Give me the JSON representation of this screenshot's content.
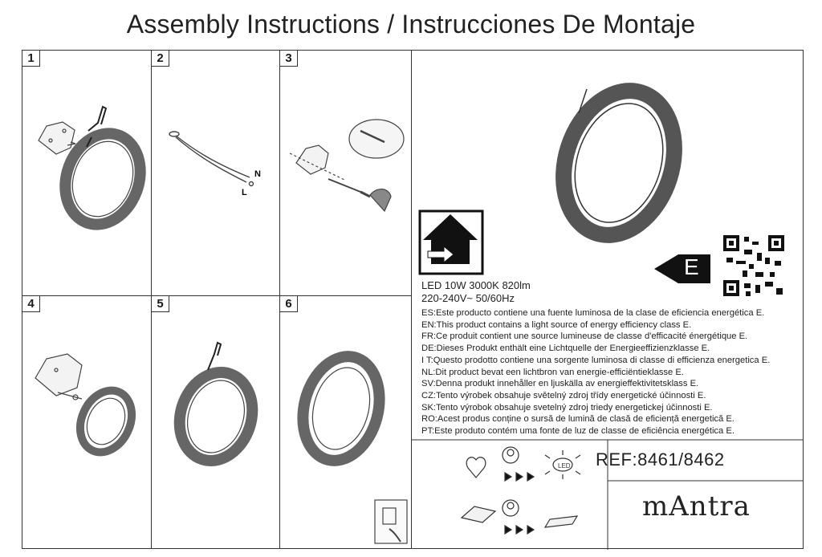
{
  "header": {
    "title": "Assembly Instructions / Instrucciones De Montaje"
  },
  "steps": [
    {
      "number": "1"
    },
    {
      "number": "2",
      "labels": {
        "n": "N",
        "l": "L"
      }
    },
    {
      "number": "3"
    },
    {
      "number": "4"
    },
    {
      "number": "5"
    },
    {
      "number": "6"
    }
  ],
  "product": {
    "spec_line1": "LED 10W 3000K 820lm",
    "spec_line2": "220-240V~ 50/60Hz",
    "energy_class": "E",
    "energy_statements": [
      "ES:Este producto contiene una fuente luminosa de la clase de eficiencia energética E.",
      "EN:This product contains a light source of energy efficiency class E.",
      "FR:Ce produit contient une source lumineuse de classe d'efficacité énergétique E.",
      "DE:Dieses Produkt enthält eine Lichtquelle der Energieeffizienzklasse E.",
      "I T:Questo prodotto contiene una sorgente luminosa di classe di efficienza energetica E.",
      "NL:Dit product bevat een lichtbron van energie-efficiëntieklasse E.",
      "SV:Denna produkt innehåller en ljuskälla av energieffektivitetsklass E.",
      "CZ:Tento výrobek obsahuje světelný zdroj třídy energetické účinnosti E.",
      "SK:Tento výrobok obsahuje svetelný zdroj triedy energetickej účinnosti E.",
      "RO:Acest produs conține o sursă de lumină de clasă de eficiență energetică E.",
      "PT:Este produto contém uma fonte de luz de classe de eficiência energética E."
    ]
  },
  "reference": "REF:8461/8462",
  "brand": "mAntra",
  "icons": {
    "indoor": "house-arrow-icon",
    "qr": "qr-code-icon",
    "led": "led-icon",
    "switch": "wall-switch-icon"
  }
}
